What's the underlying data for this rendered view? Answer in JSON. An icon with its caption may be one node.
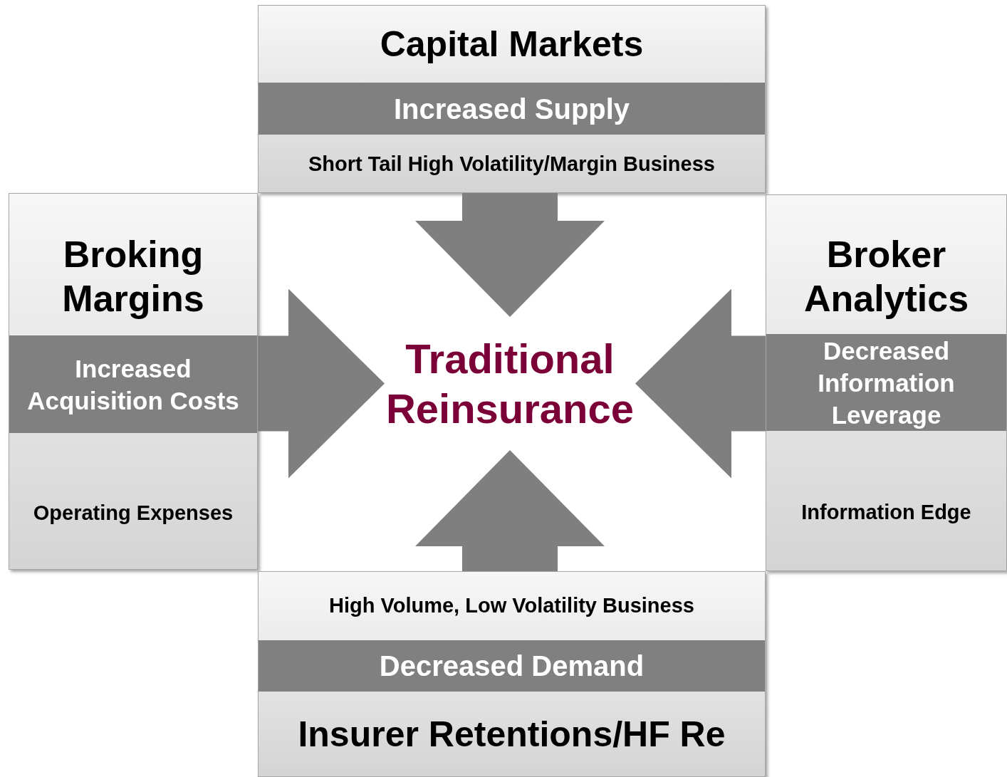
{
  "diagram": {
    "nodes": [
      {
        "text": [
          "Capital Markets",
          "Increased Supply",
          "Short Tail High Volatility/Margin Business"
        ]
      },
      {
        "text": [
          "Broking Margins",
          "Increased Acquisition Costs",
          "Operating Expenses"
        ]
      },
      {
        "text": [
          "Broker Analytics",
          "Decreased Information Leverage",
          "Information Edge"
        ]
      },
      {
        "text": [
          "High Volume, Low Volatility Business",
          "Decreased Demand",
          "Insurer Retentions/HF Re"
        ]
      },
      {
        "text": [
          "Traditional Reinsurance"
        ]
      }
    ],
    "edges": [
      {
        "from": 0,
        "to": 4,
        "arrow": "to"
      },
      {
        "from": 1,
        "to": 4,
        "arrow": "to"
      },
      {
        "from": 2,
        "to": 4,
        "arrow": "to"
      },
      {
        "from": 3,
        "to": 4,
        "arrow": "to"
      }
    ]
  }
}
